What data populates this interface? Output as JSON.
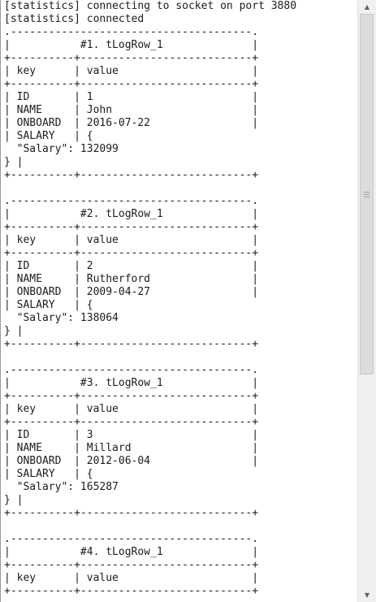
{
  "console": {
    "lines": [
      "[statistics] connecting to socket on port 3880",
      "[statistics] connected",
      ".--------------------------------------.",
      "|           #1. tLogRow_1              |",
      "+----------+---------------------------+",
      "| key      | value                     |",
      "+----------+---------------------------+",
      "| ID       | 1                         |",
      "| NAME     | John                      |",
      "| ONBOARD  | 2016-07-22                |",
      "| SALARY   | {",
      "  \"Salary\": 132099",
      "} |",
      "+----------+---------------------------+",
      "",
      ".--------------------------------------.",
      "|           #2. tLogRow_1              |",
      "+----------+---------------------------+",
      "| key      | value                     |",
      "+----------+---------------------------+",
      "| ID       | 2                         |",
      "| NAME     | Rutherford                |",
      "| ONBOARD  | 2009-04-27                |",
      "| SALARY   | {",
      "  \"Salary\": 138064",
      "} |",
      "+----------+---------------------------+",
      "",
      ".--------------------------------------.",
      "|           #3. tLogRow_1              |",
      "+----------+---------------------------+",
      "| key      | value                     |",
      "+----------+---------------------------+",
      "| ID       | 3                         |",
      "| NAME     | Millard                   |",
      "| ONBOARD  | 2012-06-04                |",
      "| SALARY   | {",
      "  \"Salary\": 165287",
      "} |",
      "+----------+---------------------------+",
      "",
      ".--------------------------------------.",
      "|           #4. tLogRow_1              |",
      "+----------+---------------------------+",
      "| key      | value                     |",
      "+----------+---------------------------+"
    ]
  },
  "scrollbar": {
    "up_icon": "▲",
    "down_icon": "▼",
    "position_fraction": 0.0
  }
}
